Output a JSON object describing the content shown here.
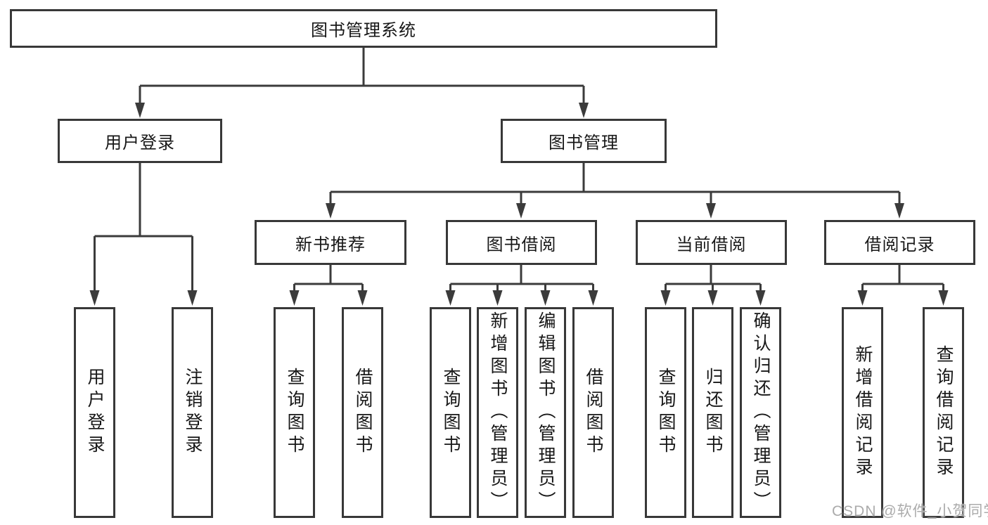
{
  "tree": {
    "root": {
      "label": "图书管理系统"
    },
    "branches": [
      {
        "label": "用户登录",
        "children": [
          {
            "label": "用户登录"
          },
          {
            "label": "注销登录"
          }
        ]
      },
      {
        "label": "图书管理",
        "children": [
          {
            "label": "新书推荐",
            "children": [
              {
                "label": "查询图书"
              },
              {
                "label": "借阅图书"
              }
            ]
          },
          {
            "label": "图书借阅",
            "children": [
              {
                "label": "查询图书"
              },
              {
                "label": "新增图书（管理员）"
              },
              {
                "label": "编辑图书（管理员）"
              },
              {
                "label": "借阅图书"
              }
            ]
          },
          {
            "label": "当前借阅",
            "children": [
              {
                "label": "查询图书"
              },
              {
                "label": "归还图书"
              },
              {
                "label": "确认归还（管理员）"
              }
            ]
          },
          {
            "label": "借阅记录",
            "children": [
              {
                "label": "新增借阅记录"
              },
              {
                "label": "查询借阅记录"
              }
            ]
          }
        ]
      }
    ]
  },
  "watermark": {
    "text": "CSDN @软件_小贺同学"
  },
  "colors": {
    "line": "#3b3b3b",
    "box_border": "#383838",
    "box_fill": "#ffffff",
    "text": "#171717",
    "watermark": "#ababab",
    "background": "#ffffff"
  }
}
